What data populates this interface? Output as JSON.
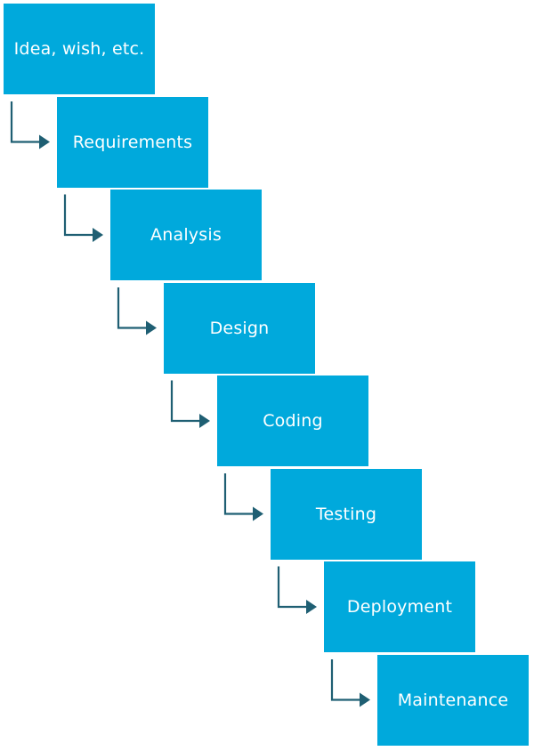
{
  "diagram": {
    "type": "waterfall",
    "colors": {
      "box_fill": "#00a9dc",
      "box_text": "#ffffff",
      "arrow": "#1f5f73",
      "background": "#ffffff"
    },
    "steps": [
      {
        "label": "Idea, wish, etc."
      },
      {
        "label": "Requirements"
      },
      {
        "label": "Analysis"
      },
      {
        "label": "Design"
      },
      {
        "label": "Coding"
      },
      {
        "label": "Testing"
      },
      {
        "label": "Deployment"
      },
      {
        "label": "Maintenance"
      }
    ]
  }
}
